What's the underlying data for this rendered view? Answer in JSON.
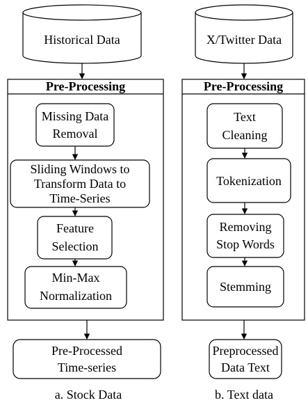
{
  "stock": {
    "source": "Historical Data",
    "panel_title": "Pre-Processing",
    "steps": [
      [
        "Missing Data",
        "Removal"
      ],
      [
        "Sliding Windows to",
        "Transform Data to",
        "Time-Series"
      ],
      [
        "Feature",
        "Selection"
      ],
      [
        "Min-Max",
        "Normalization"
      ]
    ],
    "output": [
      "Pre-Processed",
      "Time-series"
    ],
    "caption": "a. Stock Data"
  },
  "text": {
    "source": "X/Twitter Data",
    "panel_title": "Pre-Processing",
    "steps": [
      [
        "Text",
        "Cleaning"
      ],
      [
        "Tokenization"
      ],
      [
        "Removing",
        "Stop Words"
      ],
      [
        "Stemming"
      ]
    ],
    "output": [
      "Preprocessed",
      "Data Text"
    ],
    "caption": "b. Text data"
  }
}
